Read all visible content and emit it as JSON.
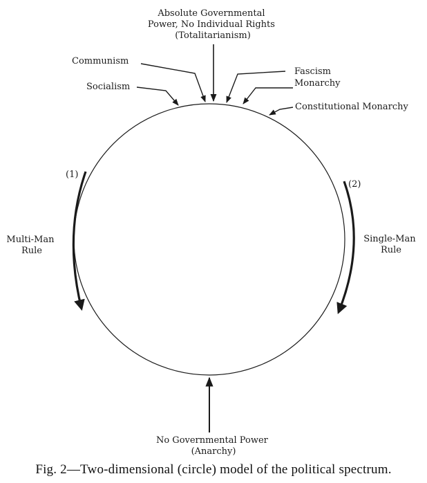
{
  "diagram": {
    "top_label": [
      "Absolute Governmental",
      "Power, No Individual Rights",
      "(Totalitarianism)"
    ],
    "communism": "Communism",
    "socialism": "Socialism",
    "fascism": "Fascism",
    "monarchy": "Monarchy",
    "constitutional_monarchy": "Constitutional Monarchy",
    "left_arc_number": "(1)",
    "right_arc_number": "(2)",
    "left_side_label": [
      "Multi-Man",
      "Rule"
    ],
    "right_side_label": [
      "Single-Man",
      "Rule"
    ],
    "bottom_label": [
      "No Governmental Power",
      "(Anarchy)"
    ]
  },
  "caption": "Fig. 2—Two-dimensional (circle) model of the political spectrum."
}
